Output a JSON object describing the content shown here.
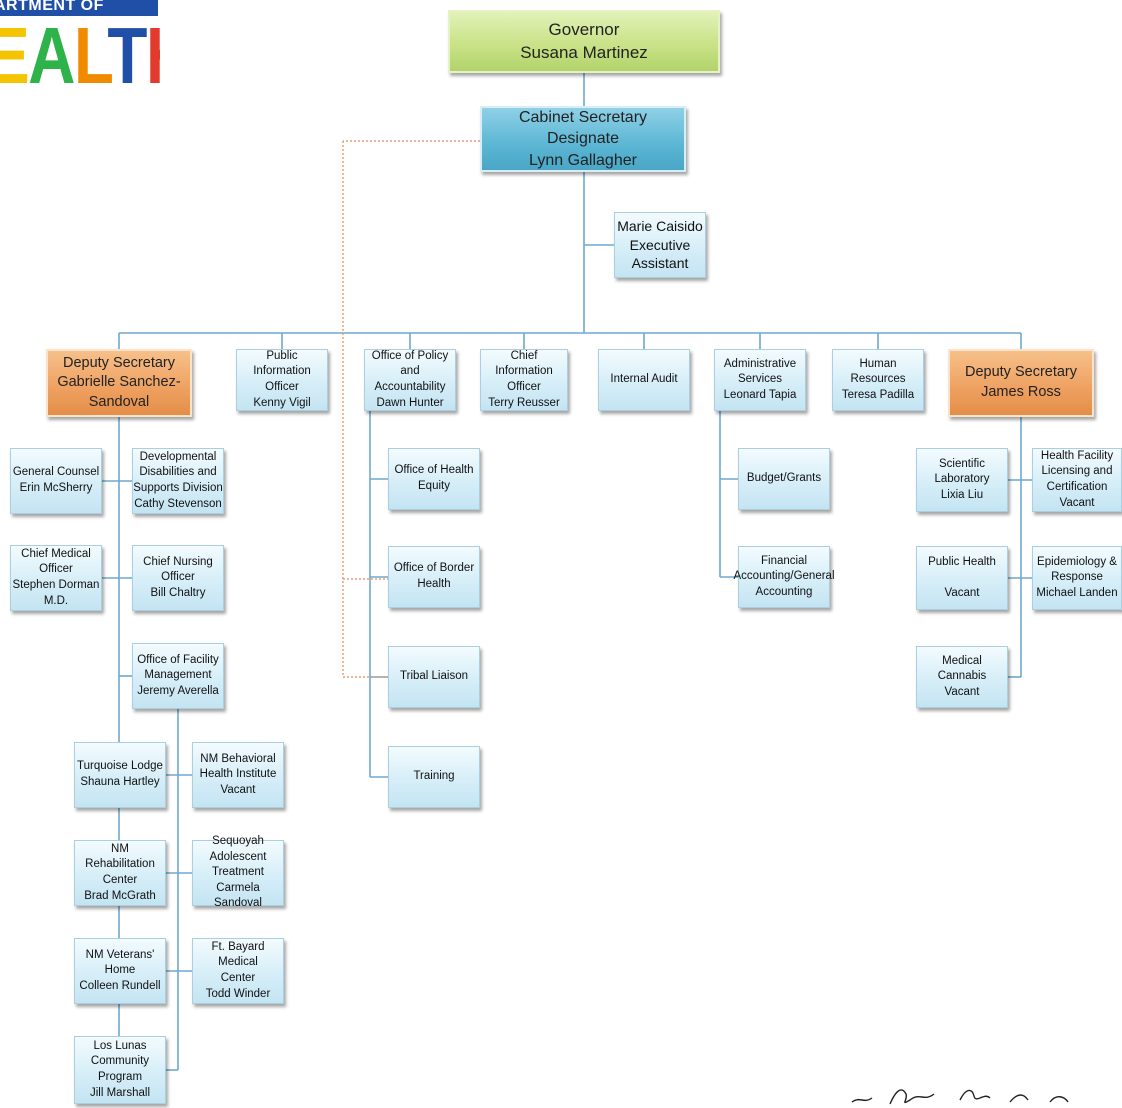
{
  "logo": {
    "line1": "ARTMENT OF",
    "line2": "EALTH",
    "letter_colors": [
      "#f5c400",
      "#2db34a",
      "#f08a00",
      "#1f4fa6",
      "#e23b2e"
    ]
  },
  "nodes": {
    "governor": "Governor\nSusana Martinez",
    "cabinet": "Cabinet Secretary Designate\nLynn Gallagher",
    "exec_assistant": "Marie Caisido\nExecutive\nAssistant",
    "deputy_sanchez": "Deputy Secretary\nGabrielle Sanchez-\nSandoval",
    "public_info": "Public Information\nOfficer\nKenny Vigil",
    "policy": "Office of Policy and\nAccountability\nDawn Hunter",
    "chief_info": "Chief Information\nOfficer\nTerry Reusser",
    "internal_audit": "Internal Audit",
    "admin_services": "Administrative\nServices\nLeonard Tapia",
    "human_resources": "Human Resources\nTeresa Padilla",
    "deputy_ross": "Deputy Secretary\nJames Ross",
    "general_counsel": "General Counsel\nErin McSherry",
    "dev_disabilities": "Developmental\nDisabilities and\nSupports Division\nCathy Stevenson",
    "chief_medical": "Chief Medical\nOfficer\nStephen Dorman\nM.D.",
    "chief_nursing": "Chief Nursing\nOfficer\nBill Chaltry",
    "facility_mgmt": "Office of Facility\nManagement\nJeremy Averella",
    "turquoise": "Turquoise Lodge\nShauna Hartley",
    "nm_behavioral": "NM Behavioral\nHealth Institute\nVacant",
    "nm_rehab": "NM  Rehabilitation\nCenter\nBrad McGrath",
    "sequoyah": "Sequoyah\nAdolescent\nTreatment\nCarmela Sandoval",
    "nm_veterans": "NM Veterans'\nHome\nColleen Rundell",
    "ft_bayard": "Ft. Bayard Medical\nCenter\nTodd Winder",
    "los_lunas": "Los Lunas\nCommunity\nProgram\nJill Marshall",
    "health_equity": "Office of Health\nEquity",
    "border_health": "Office of Border\nHealth",
    "tribal_liaison": "Tribal Liaison",
    "training": "Training",
    "budget_grants": "Budget/Grants",
    "financial_acct": "Financial\nAccounting/General\nAccounting",
    "sci_lab": "Scientific\nLaboratory\nLixia Liu",
    "health_facility": "Health Facility\nLicensing and\nCertification\nVacant",
    "public_health": "Public Health\n\nVacant",
    "epidemiology": "Epidemiology &\nResponse\nMichael Landen",
    "med_cannabis": "Medical Cannabis\nVacant"
  },
  "colors": {
    "solid_line": "#6ea9cf",
    "dotted_line": "#e58a55"
  }
}
